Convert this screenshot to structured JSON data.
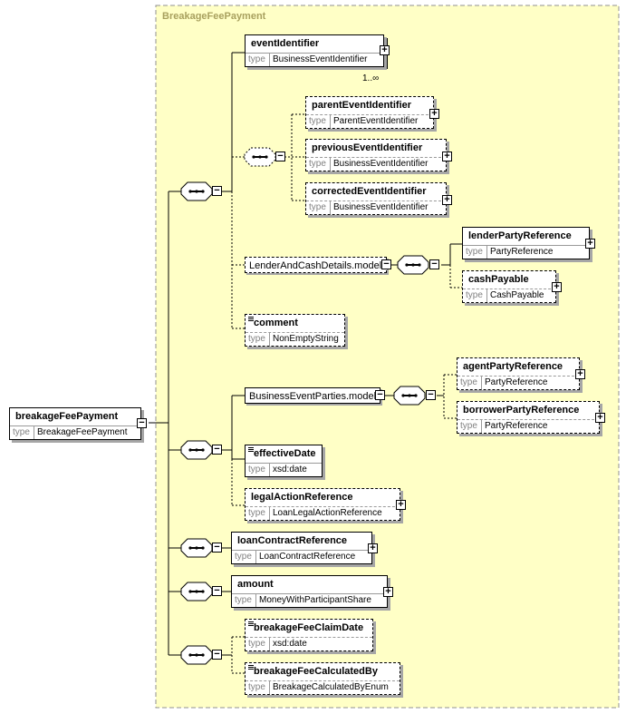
{
  "diagram": {
    "title": "BreakageFeePayment",
    "root": {
      "name": "breakageFeePayment",
      "type_key": "type",
      "type": "BreakageFeePayment"
    },
    "elements": [
      {
        "name": "eventIdentifier",
        "type": "BusinessEventIdentifier",
        "multiplicity": "1..∞"
      },
      {
        "name": "parentEventIdentifier",
        "type": "ParentEventIdentifier"
      },
      {
        "name": "previousEventIdentifier",
        "type": "BusinessEventIdentifier"
      },
      {
        "name": "correctedEventIdentifier",
        "type": "BusinessEventIdentifier"
      },
      {
        "name": "lenderPartyReference",
        "type": "PartyReference"
      },
      {
        "name": "cashPayable",
        "type": "CashPayable"
      },
      {
        "name": "comment",
        "type": "NonEmptyString"
      },
      {
        "name": "agentPartyReference",
        "type": "PartyReference"
      },
      {
        "name": "borrowerPartyReference",
        "type": "PartyReference"
      },
      {
        "name": "effectiveDate",
        "type": "xsd:date"
      },
      {
        "name": "legalActionReference",
        "type": "LoanLegalActionReference"
      },
      {
        "name": "loanContractReference",
        "type": "LoanContractReference"
      },
      {
        "name": "amount",
        "type": "MoneyWithParticipantShare"
      },
      {
        "name": "breakageFeeClaimDate",
        "type": "xsd:date"
      },
      {
        "name": "breakageFeeCalculatedBy",
        "type": "BreakageCalculatedByEnum"
      }
    ],
    "groups": [
      {
        "name": "LenderAndCashDetails.model"
      },
      {
        "name": "BusinessEventParties.model"
      }
    ],
    "icons": {
      "expand": "+",
      "collapse": "−"
    }
  }
}
